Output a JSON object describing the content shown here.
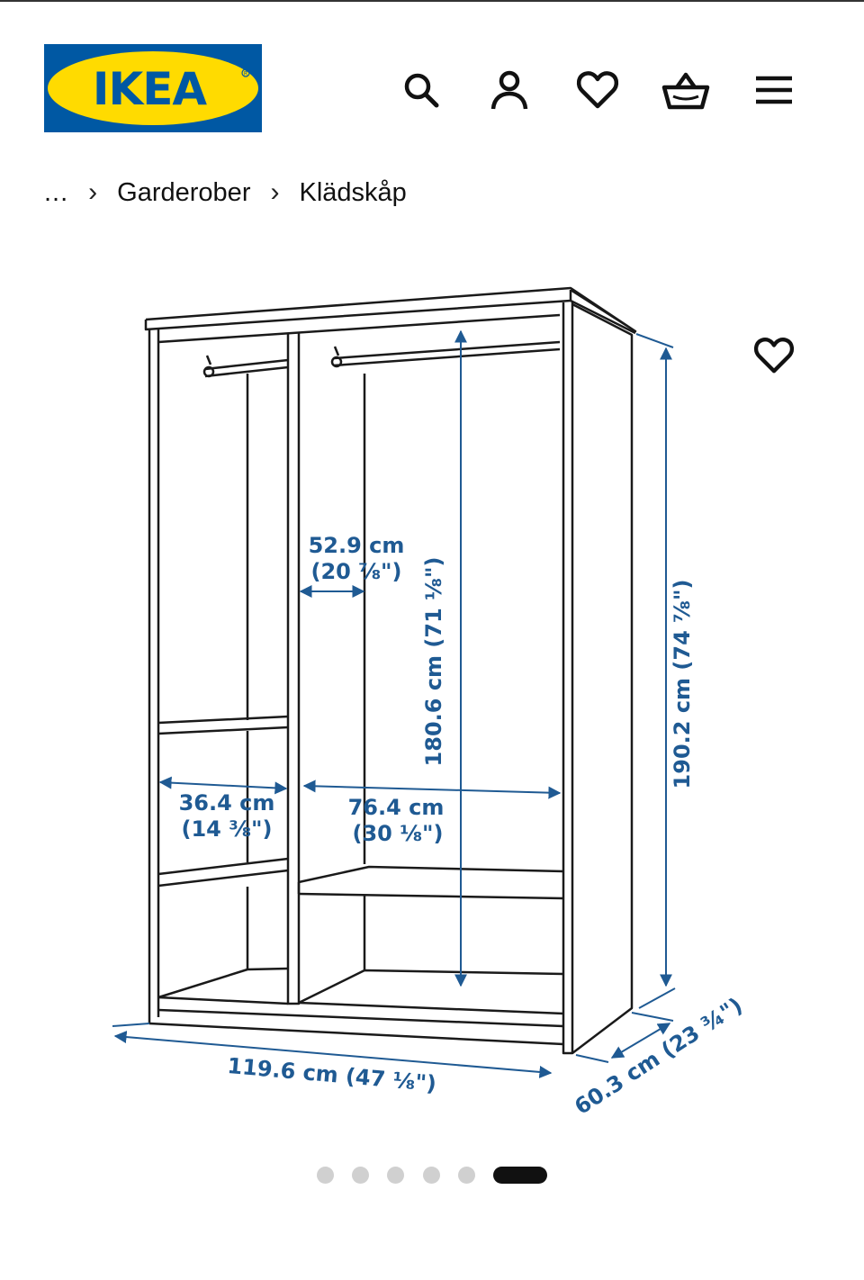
{
  "brand": {
    "logo_text": "IKEA",
    "logo_blue": "#0058a3",
    "logo_yellow": "#ffdb00"
  },
  "header": {
    "icons": [
      "search-icon",
      "account-icon",
      "heart-icon",
      "basket-icon",
      "menu-icon"
    ]
  },
  "breadcrumb": {
    "ellipsis": "...",
    "items": [
      "Garderober",
      "Klädskåp"
    ]
  },
  "product_image": {
    "dimensions": {
      "inner_width_top": "52.9 cm",
      "inner_width_top_in": "(20 ⅞\")",
      "inner_height": "180.6 cm (71 ⅛\")",
      "left_compartment": "36.4 cm",
      "left_compartment_in": "(14 ⅜\")",
      "right_compartment": "76.4 cm",
      "right_compartment_in": "(30 ⅛\")",
      "total_height": "190.2 cm (74 ⅞\")",
      "total_width": "119.6 cm (47 ⅛\")",
      "depth": "60.3 cm (23 ¾\")"
    },
    "dimension_color": "#1f5a93"
  },
  "carousel": {
    "total": 6,
    "active_index": 5
  }
}
